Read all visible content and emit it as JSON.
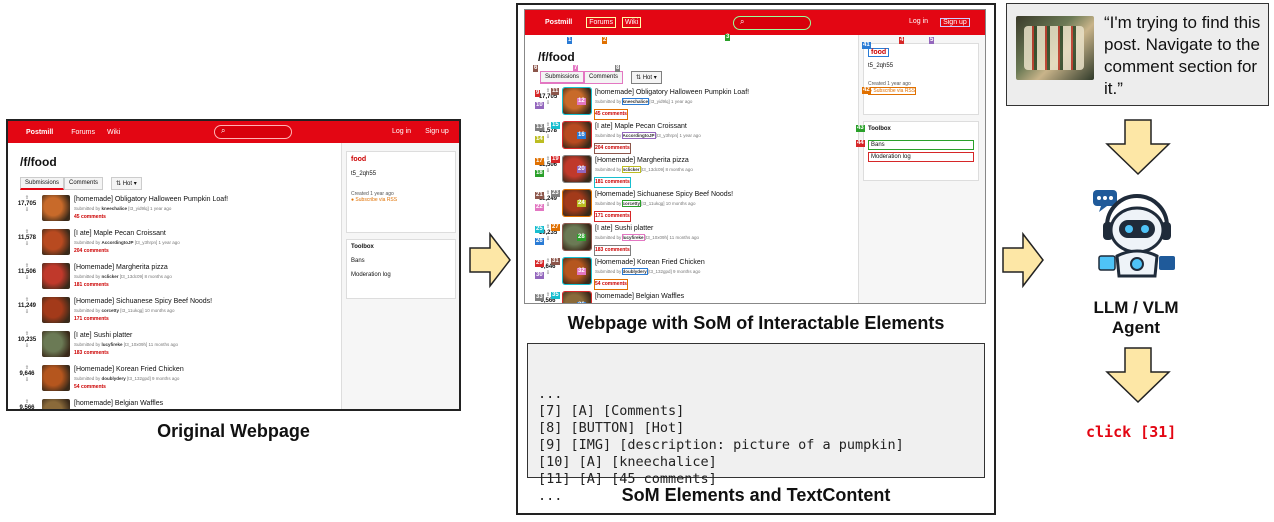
{
  "site": {
    "brand": "Postmill",
    "forums": "Forums",
    "wiki": "Wiki",
    "login": "Log in",
    "signup": "Sign up",
    "forum_title": "/f/food",
    "tab_submissions": "Submissions",
    "tab_comments": "Comments",
    "sort": "⇅ Hot ▾",
    "sidebar_name": "food",
    "sidebar_id": "t5_2qh55",
    "sidebar_created": "Created 1 year ago",
    "sidebar_rss": "Subscribe via RSS",
    "toolbox": "Toolbox",
    "bans": "Bans",
    "modlog": "Moderation log"
  },
  "posts": [
    {
      "votes": "17,705",
      "title": "[homemade] Obligatory Halloween Pumpkin Loaf!",
      "meta_prefix": "Submitted by ",
      "user": "kneechalice",
      "meta_suffix": " [t3_yid9lq] 1 year ago",
      "comments": "45 comments",
      "color": "#c86a2a"
    },
    {
      "votes": "11,578",
      "title": "[I ate] Maple Pecan Croissant",
      "meta_prefix": "Submitted by ",
      "user": "AccordingtoJP",
      "meta_suffix": " [t3_y3hrpn] 1 year ago",
      "comments": "204 comments",
      "color": "#b84a20"
    },
    {
      "votes": "11,506",
      "title": "[Homemade] Margherita pizza",
      "meta_prefix": "Submitted by ",
      "user": "nclicker",
      "meta_suffix": " [t3_13dc09] 8 months ago",
      "comments": "181 comments",
      "color": "#c0392b"
    },
    {
      "votes": "11,249",
      "title": "[Homemade] Sichuanese Spicy Beef Noods!",
      "meta_prefix": "Submitted by ",
      "user": "corcetty",
      "meta_suffix": " [t3_11ukqg] 10 months ago",
      "comments": "171 comments",
      "color": "#a33a1a"
    },
    {
      "votes": "10,235",
      "title": "[I ate] Sushi platter",
      "meta_prefix": "Submitted by ",
      "user": "lucyfireke",
      "meta_suffix": " [t3_10x09h] 11 months ago",
      "comments": "183 comments",
      "color": "#6b7a55"
    },
    {
      "votes": "9,646",
      "title": "[Homemade] Korean Fried Chicken",
      "meta_prefix": "Submitted by ",
      "user": "doublydery",
      "meta_suffix": " [t3_132gpd] 9 months ago",
      "comments": "54 comments",
      "color": "#b5561e"
    },
    {
      "votes": "9,566",
      "title": "[homemade] Belgian Waffles",
      "meta_prefix": "",
      "user": "",
      "meta_suffix": "",
      "comments": "",
      "color": "#8a6a3a"
    }
  ],
  "captions": {
    "original": "Original Webpage",
    "som": "Webpage with SoM of Interactable Elements",
    "elements": "SoM Elements and TextContent"
  },
  "code_lines": [
    "...",
    "[7] [A] [Comments]",
    "[8] [BUTTON] [Hot]",
    "[9] [IMG] [description: picture of a pumpkin]",
    "[10] [A] [kneechalice]",
    "[11] [A] [45 comments]",
    "..."
  ],
  "instruction": "“I'm trying to find this post. Navigate to the comment section for it.”",
  "agent_label": "LLM / VLM Agent",
  "action": "click [31]",
  "som_colors": [
    "#2a7bd5",
    "#e07000",
    "#2aa02a",
    "#d62728",
    "#9467bd",
    "#8c564b",
    "#e377c2",
    "#7f7f7f",
    "#bcbd22",
    "#17becf"
  ]
}
